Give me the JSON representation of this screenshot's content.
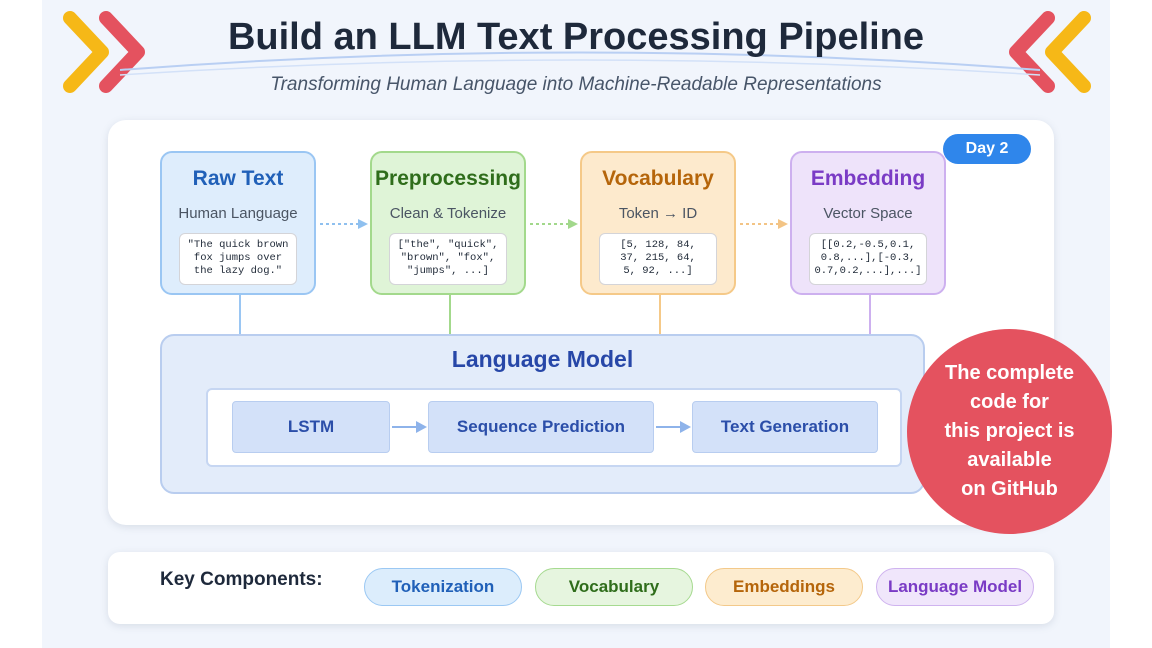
{
  "header": {
    "title": "Build an LLM Text Processing Pipeline",
    "subtitle": "Transforming Human Language into Machine-Readable Representations",
    "badge": "Day 2"
  },
  "stages": [
    {
      "title": "Raw Text",
      "subtitle": "Human Language",
      "sample": "\"The quick brown\nfox jumps over\nthe lazy dog.\""
    },
    {
      "title": "Preprocessing",
      "subtitle": "Clean & Tokenize",
      "sample": "[\"the\", \"quick\",\n\"brown\", \"fox\",\n\"jumps\", ...]"
    },
    {
      "title": "Vocabulary",
      "subtitle": "Token → ID",
      "sample": "[5, 128, 84,\n37, 215, 64,\n5, 92, ...]"
    },
    {
      "title": "Embedding",
      "subtitle": "Vector Space",
      "sample": "[[0.2,-0.5,0.1,\n0.8,...],[-0.3,\n0.7,0.2,...],...]"
    }
  ],
  "language_model": {
    "title": "Language Model",
    "steps": [
      "LSTM",
      "Sequence Prediction",
      "Text Generation"
    ]
  },
  "github_note": {
    "lines": [
      "The complete",
      "code for",
      "this project is",
      "available",
      "on GitHub"
    ]
  },
  "key_components": {
    "label": "Key Components:",
    "items": [
      "Tokenization",
      "Vocabulary",
      "Embeddings",
      "Language Model"
    ]
  },
  "colors": {
    "raw": "#2060b8",
    "preprocessing": "#2f6d1b",
    "vocabulary": "#b5650a",
    "embedding": "#7a3bc5",
    "badge": "#2f86eb",
    "github": "#e4525f"
  },
  "icons": [
    "chevron-right-icon",
    "chevron-left-icon",
    "arrow-right-icon"
  ]
}
